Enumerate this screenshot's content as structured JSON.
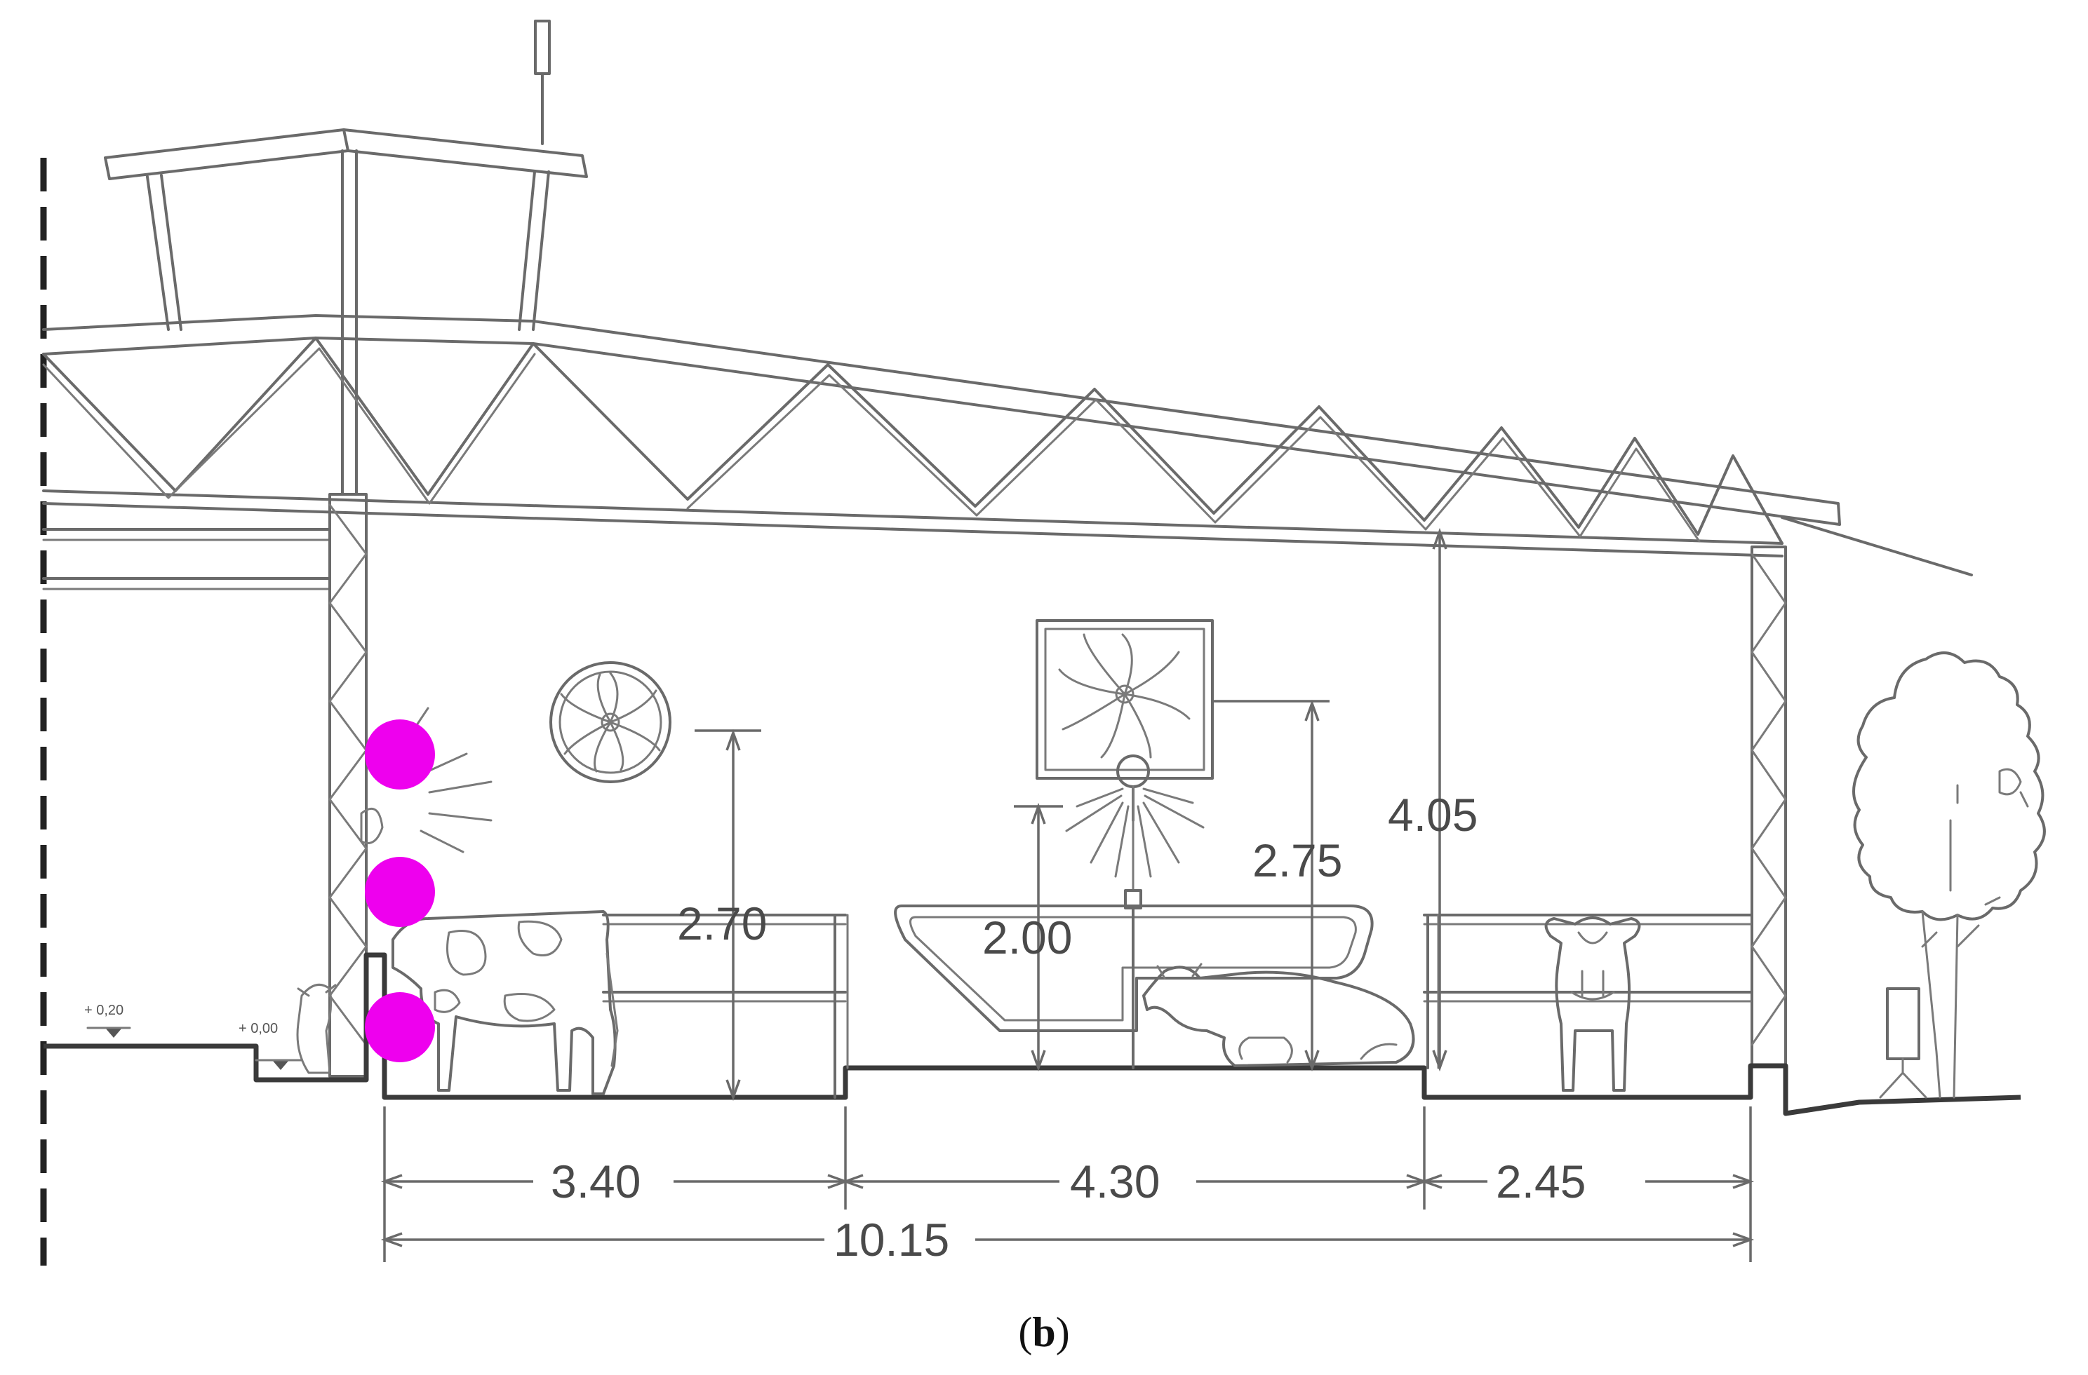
{
  "dimensions": {
    "height_left_fan": "2.70",
    "height_center_light": "2.00",
    "height_center_fan": "2.75",
    "height_ceiling": "4.05",
    "span_left": "3.40",
    "span_center": "4.30",
    "span_right": "2.45",
    "span_total": "10.15"
  },
  "levels": {
    "outer_ground": "+ 0,20",
    "inner_step": "+ 0,00"
  },
  "caption": {
    "open": "(",
    "letter": "b",
    "close": ")"
  },
  "markers": {
    "color": "#ee00ee",
    "count": 3
  },
  "icons": [
    "wall-fan-icon",
    "box-fan-icon",
    "light-fixture-icon",
    "cow-standing-icon",
    "cow-lying-icon",
    "cow-front-icon",
    "tree-icon"
  ]
}
